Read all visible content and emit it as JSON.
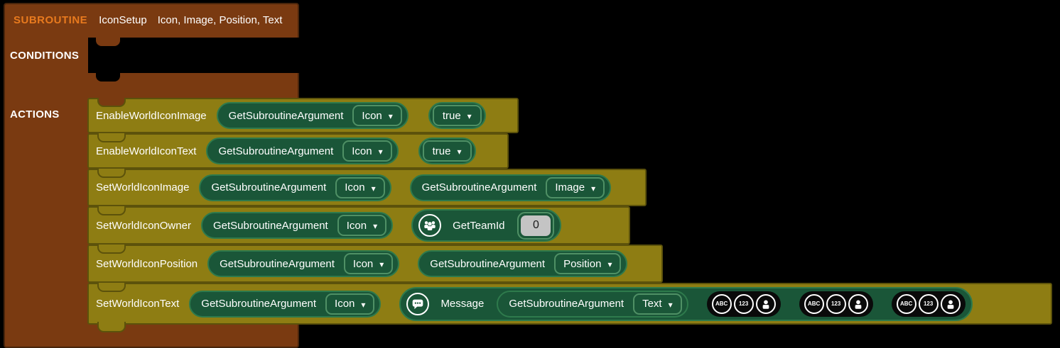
{
  "header": {
    "keyword": "SUBROUTINE",
    "name": "IconSetup",
    "params": "Icon, Image, Position, Text"
  },
  "sections": {
    "conditions_label": "CONDITIONS",
    "actions_label": "ACTIONS"
  },
  "actions": [
    {
      "name": "EnableWorldIconImage",
      "arg1": {
        "label": "GetSubroutineArgument",
        "value": "Icon"
      },
      "arg2": {
        "value": "true"
      }
    },
    {
      "name": "EnableWorldIconText",
      "arg1": {
        "label": "GetSubroutineArgument",
        "value": "Icon"
      },
      "arg2": {
        "value": "true"
      }
    },
    {
      "name": "SetWorldIconImage",
      "arg1": {
        "label": "GetSubroutineArgument",
        "value": "Icon"
      },
      "arg2": {
        "label": "GetSubroutineArgument",
        "value": "Image"
      }
    },
    {
      "name": "SetWorldIconOwner",
      "arg1": {
        "label": "GetSubroutineArgument",
        "value": "Icon"
      },
      "arg2": {
        "label": "GetTeamId",
        "icon": "team-icon",
        "value": "0"
      }
    },
    {
      "name": "SetWorldIconPosition",
      "arg1": {
        "label": "GetSubroutineArgument",
        "value": "Icon"
      },
      "arg2": {
        "label": "GetSubroutineArgument",
        "value": "Position"
      }
    },
    {
      "name": "SetWorldIconText",
      "arg1": {
        "label": "GetSubroutineArgument",
        "value": "Icon"
      },
      "arg2": {
        "label": "Message",
        "icon": "message-icon",
        "arg": {
          "label": "GetSubroutineArgument",
          "value": "Text"
        },
        "slot_icon_labels": {
          "abc": "ABC",
          "num": "123"
        },
        "slot_count": 3
      }
    }
  ],
  "colors": {
    "background": "#000000",
    "subroutine_brown": "#7A3A11",
    "keyword_orange": "#E87A1E",
    "action_olive": "#8E7D13",
    "action_border": "#5C520B",
    "pill_green": "#1A5638",
    "pill_border": "#2E7A4C",
    "inner_border": "#4F9065",
    "input_gray": "#C4C4C4"
  }
}
